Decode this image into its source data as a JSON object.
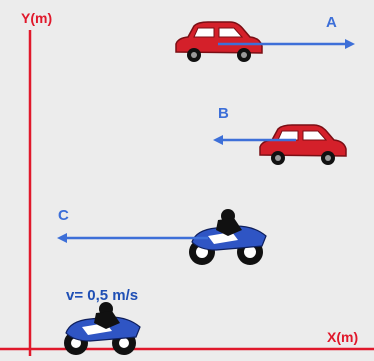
{
  "axes": {
    "y_label": "Y(m)",
    "x_label": "X(m)",
    "color": "#e0182b"
  },
  "vehicles": [
    {
      "label": "A",
      "kind": "car",
      "direction": "right"
    },
    {
      "label": "B",
      "kind": "car",
      "direction": "left"
    },
    {
      "label": "C",
      "kind": "motorcycle",
      "direction": "left"
    }
  ],
  "velocity_label": "v= 0,5 m/s",
  "colors": {
    "arrow": "#3d6fd8",
    "car_body": "#d4202a",
    "motorcycle_body": "#2f55c4",
    "velocity_text": "#1f4fb5"
  }
}
